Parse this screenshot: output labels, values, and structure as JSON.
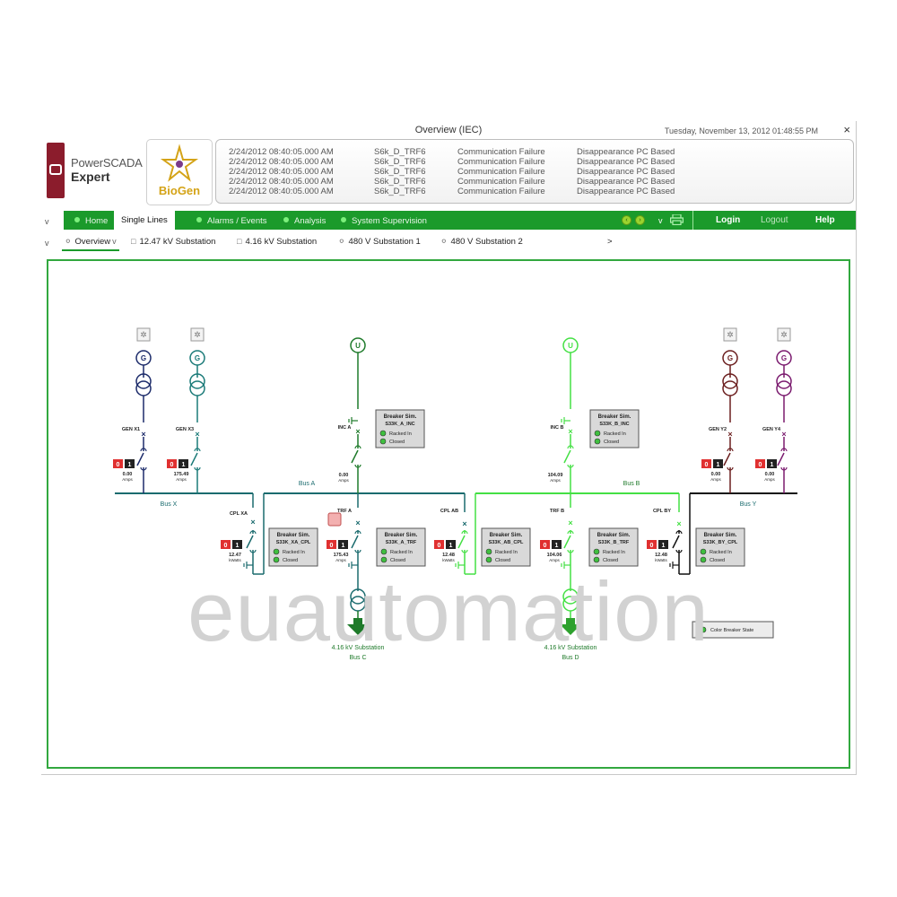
{
  "window": {
    "title": "Overview (IEC)",
    "datetime": "Tuesday, November 13, 2012 01:48:55 PM",
    "close_glyph": "×"
  },
  "logos": {
    "primary_line1": "PowerSCADA",
    "primary_line2": "Expert",
    "secondary": "BioGen",
    "secondary_icon": "biogen-star-icon"
  },
  "alarms": [
    {
      "time": "2/24/2012 08:40:05.000 AM",
      "device": "S6k_D_TRF6",
      "event": "Communication Failure",
      "detail": "Disappearance PC Based"
    },
    {
      "time": "2/24/2012 08:40:05.000 AM",
      "device": "S6k_D_TRF6",
      "event": "Communication Failure",
      "detail": "Disappearance PC Based"
    },
    {
      "time": "2/24/2012 08:40:05.000 AM",
      "device": "S6k_D_TRF6",
      "event": "Communication Failure",
      "detail": "Disappearance PC Based"
    },
    {
      "time": "2/24/2012 08:40:05.000 AM",
      "device": "S6k_D_TRF6",
      "event": "Communication Failure",
      "detail": "Disappearance PC Based"
    },
    {
      "time": "2/24/2012 08:40:05.000 AM",
      "device": "S6k_D_TRF6",
      "event": "Communication Failure",
      "detail": "Disappearance PC Based"
    }
  ],
  "nav": {
    "tabs": [
      "Home",
      "Single Lines",
      "Alarms / Events",
      "Analysis",
      "System Supervision"
    ],
    "active_tab": "Single Lines",
    "login": "Login",
    "logout": "Logout",
    "help": "Help",
    "expand_glyph": "v"
  },
  "subnav": {
    "items": [
      "Overview",
      "12.47 kV Substation",
      "4.16 kV Substation",
      "480 V Substation 1",
      "480 V Substation 2"
    ],
    "more_glyph": ">"
  },
  "diagram": {
    "status_box": {
      "title": "Breaker Sim.",
      "racked": "Racked In",
      "closed": "Closed"
    },
    "bus_x": "Bus X",
    "bus_a": "Bus A",
    "bus_b": "Bus B",
    "bus_y": "Bus Y",
    "gen_labels": [
      "GEN X1",
      "GEN X3",
      "GEN Y2",
      "GEN Y4"
    ],
    "gen_values": [
      "0.00",
      "175.49",
      "0.00",
      "0.00"
    ],
    "units": {
      "amps": "Amps",
      "kwatts": "kWatts"
    },
    "inc_a": "INC A",
    "inc_a_value": "0.00",
    "inc_a_box": "S33K_A_INC",
    "inc_b": "INC B",
    "inc_b_value": "104.09",
    "inc_b_box": "S33K_B_INC",
    "cpl_xa": "CPL XA",
    "cpl_xa_value": "12.47",
    "cpl_xa_box": "S33K_XA_CPL",
    "trf_a": "TRF A",
    "trf_a_value": "175.43",
    "trf_a_box": "S33K_A_TRF",
    "cpl_ab": "CPL AB",
    "cpl_ab_value": "12.48",
    "cpl_ab_box": "S33K_AB_CPL",
    "trf_b": "TRF B",
    "trf_b_value": "104.06",
    "trf_b_box": "S33K_B_TRF",
    "cpl_by": "CPL BY",
    "cpl_by_value": "12.48",
    "cpl_by_box": "S33K_BY_CPL",
    "sub_c_line1": "4.16 kV Substation",
    "sub_c_line2": "Bus C",
    "sub_d_line1": "4.16 kV Substation",
    "sub_d_line2": "Bus D",
    "utility_symbol": "U",
    "generator_symbol": "G",
    "indicator_open": "0",
    "indicator_closed": "1",
    "color_breaker_state": "Color Breaker State",
    "colors": {
      "gen_x1": "#1c2b6a",
      "gen_x3": "#1a7a78",
      "bus_x": "#1a6b6e",
      "bus_a": "#1a6b6e",
      "feed_a": "#1e7a2a",
      "bus_b": "#44e044",
      "feed_b": "#44e044",
      "gen_y2": "#6b1e1e",
      "gen_y4": "#7a1a6e",
      "bus_y": "#111111",
      "status_green": "#3fbf3f",
      "frame_green": "#32a83f"
    }
  },
  "watermark": "euautomation"
}
